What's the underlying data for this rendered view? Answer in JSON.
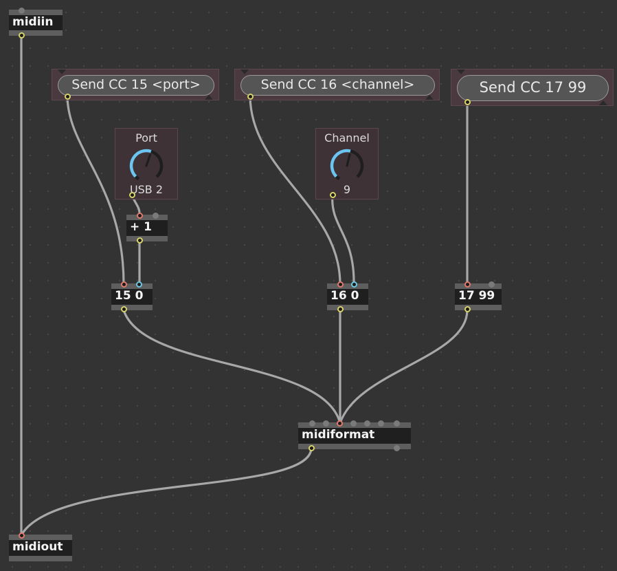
{
  "objects": {
    "midiin": "midiin",
    "plus": "+ 1",
    "msg15": "15 0",
    "msg16": "16 0",
    "msg17": "17 99",
    "midiformat": "midiformat",
    "midiout": "midiout"
  },
  "buttons": {
    "cc15": "Send CC 15 <port>",
    "cc16": "Send CC 16 <channel>",
    "cc17": "Send CC 17 99"
  },
  "dials": {
    "port": {
      "title": "Port",
      "value": "USB 2"
    },
    "channel": {
      "title": "Channel",
      "value": "9"
    }
  },
  "colors": {
    "background": "#333333",
    "cable": "#a8a8a8",
    "object_fill": "#1f1f1f",
    "dial_arc": "#6cc4f0",
    "inlet_left": "#e07a6f",
    "inlet_right": "#6fc6e0",
    "outlet": "#d9d46a"
  }
}
